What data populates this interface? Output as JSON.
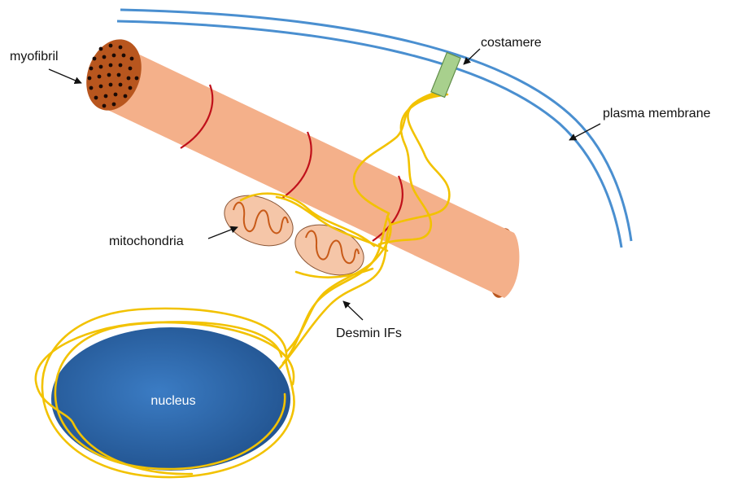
{
  "labels": {
    "myofibril": "myofibril",
    "costamere": "costamere",
    "plasma_membrane": "plasma membrane",
    "mitochondria": "mitochondria",
    "desmin": "Desmin IFs",
    "nucleus": "nucleus"
  },
  "colors": {
    "membrane": "#4a8fd0",
    "myofibril_body": "#f4b08a",
    "myofibril_end": "#b8561e",
    "z_line": "#c0101a",
    "mito_fill": "#f5c6a8",
    "mito_line": "#c85a18",
    "filament": "#f2c200",
    "costamere": "#a8d08d",
    "nucleus_light": "#3b7cc4",
    "nucleus_dark": "#1f4f8a"
  }
}
